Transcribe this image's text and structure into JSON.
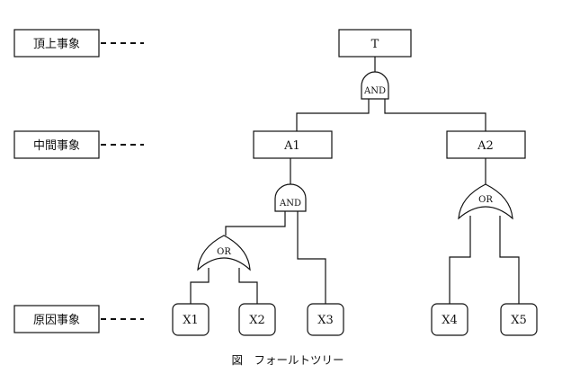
{
  "levels": {
    "top": "頂上事象",
    "middle": "中間事象",
    "basic": "原因事象"
  },
  "events": {
    "T": "T",
    "A1": "A1",
    "A2": "A2",
    "X1": "X1",
    "X2": "X2",
    "X3": "X3",
    "X4": "X4",
    "X5": "X5"
  },
  "gates": {
    "g_top": "AND",
    "g_a1": "AND",
    "g_a2": "OR",
    "g_or": "OR"
  },
  "caption": "図　フォールトツリー",
  "colors": {
    "line": "#111111",
    "background": "#ffffff"
  }
}
